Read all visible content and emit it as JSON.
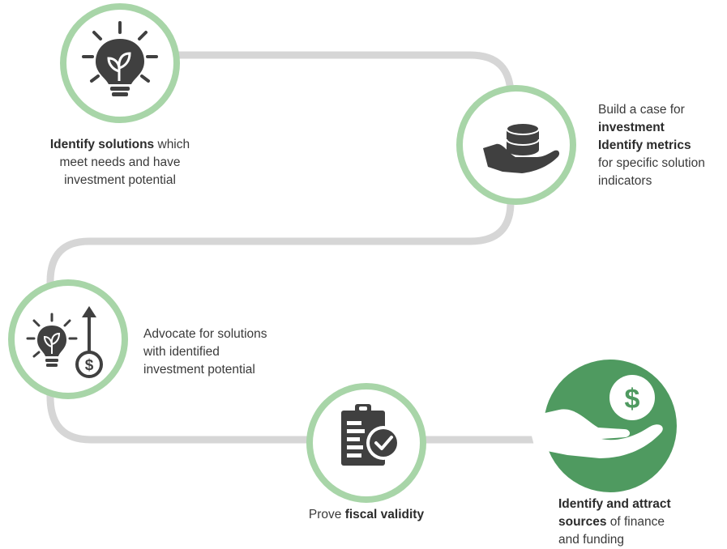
{
  "colors": {
    "path": "#d6d6d6",
    "ring": "#a8d5a8",
    "icon": "#404040",
    "accent_green": "#4f9a60"
  },
  "steps": [
    {
      "icon": "lightbulb-plant-icon",
      "bold": "Identify solutions",
      "text1": " which",
      "text2": "meet needs and have",
      "text3": "investment potential"
    },
    {
      "icon": "hand-coins-icon",
      "text1": "Build a case for",
      "bold1": "investment",
      "bold2": "Identify metrics",
      "text2": "for specific solution",
      "text3": "indicators"
    },
    {
      "icon": "lightbulb-dollar-growth-icon",
      "text1": "Advocate for solutions",
      "text2": "with identified",
      "text3": "investment potential"
    },
    {
      "icon": "clipboard-check-icon",
      "text1": "Prove ",
      "bold": "fiscal validity"
    },
    {
      "icon": "hand-dollar-coin-icon",
      "bold1": "Identify and attract",
      "bold2": "sources",
      "text1": " of finance",
      "text2": "and funding"
    }
  ]
}
